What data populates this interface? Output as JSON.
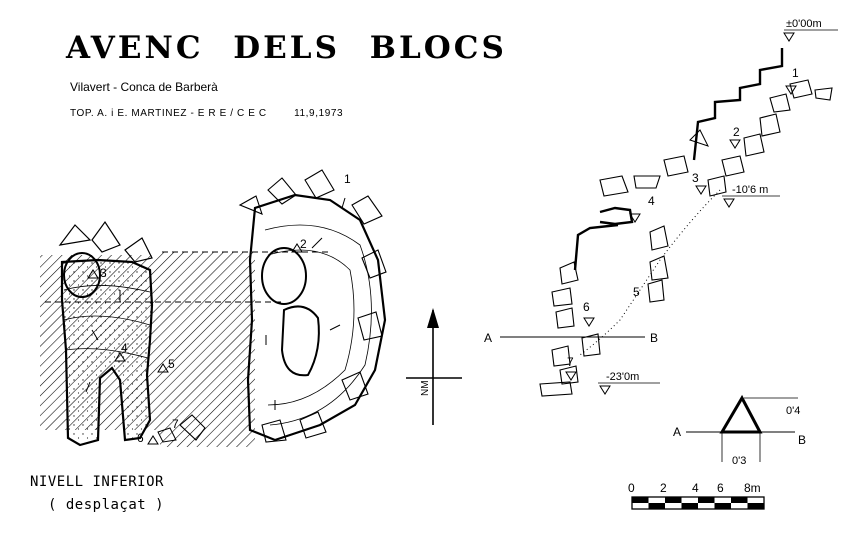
{
  "header": {
    "title": "AVENC  DELS  BLOCS",
    "subtitle": "Vilavert - Conca de Barberà",
    "credits": "TOP. A. i E. MARTINEZ -  E R E / C E C",
    "date": "11,9,1973"
  },
  "lower_level": {
    "name": "NIVELL  INFERIOR",
    "note": "( desplaçat )"
  },
  "plan_stations": [
    "1",
    "2",
    "3",
    "4",
    "5",
    "6",
    "7"
  ],
  "north_label": "NM",
  "section": {
    "stations": [
      "1",
      "2",
      "3",
      "4",
      "5",
      "6",
      "7"
    ],
    "depths": {
      "top": "±0'00m",
      "mid": "-10'6 m",
      "bottom": "-23'0m"
    },
    "cut_labels": {
      "a": "A",
      "b": "B"
    }
  },
  "cross_section": {
    "a": "A",
    "b": "B",
    "height": "0'4",
    "width": "0'3"
  },
  "scale_bar": {
    "ticks": [
      "0",
      "2",
      "4",
      "6",
      "8m"
    ]
  }
}
